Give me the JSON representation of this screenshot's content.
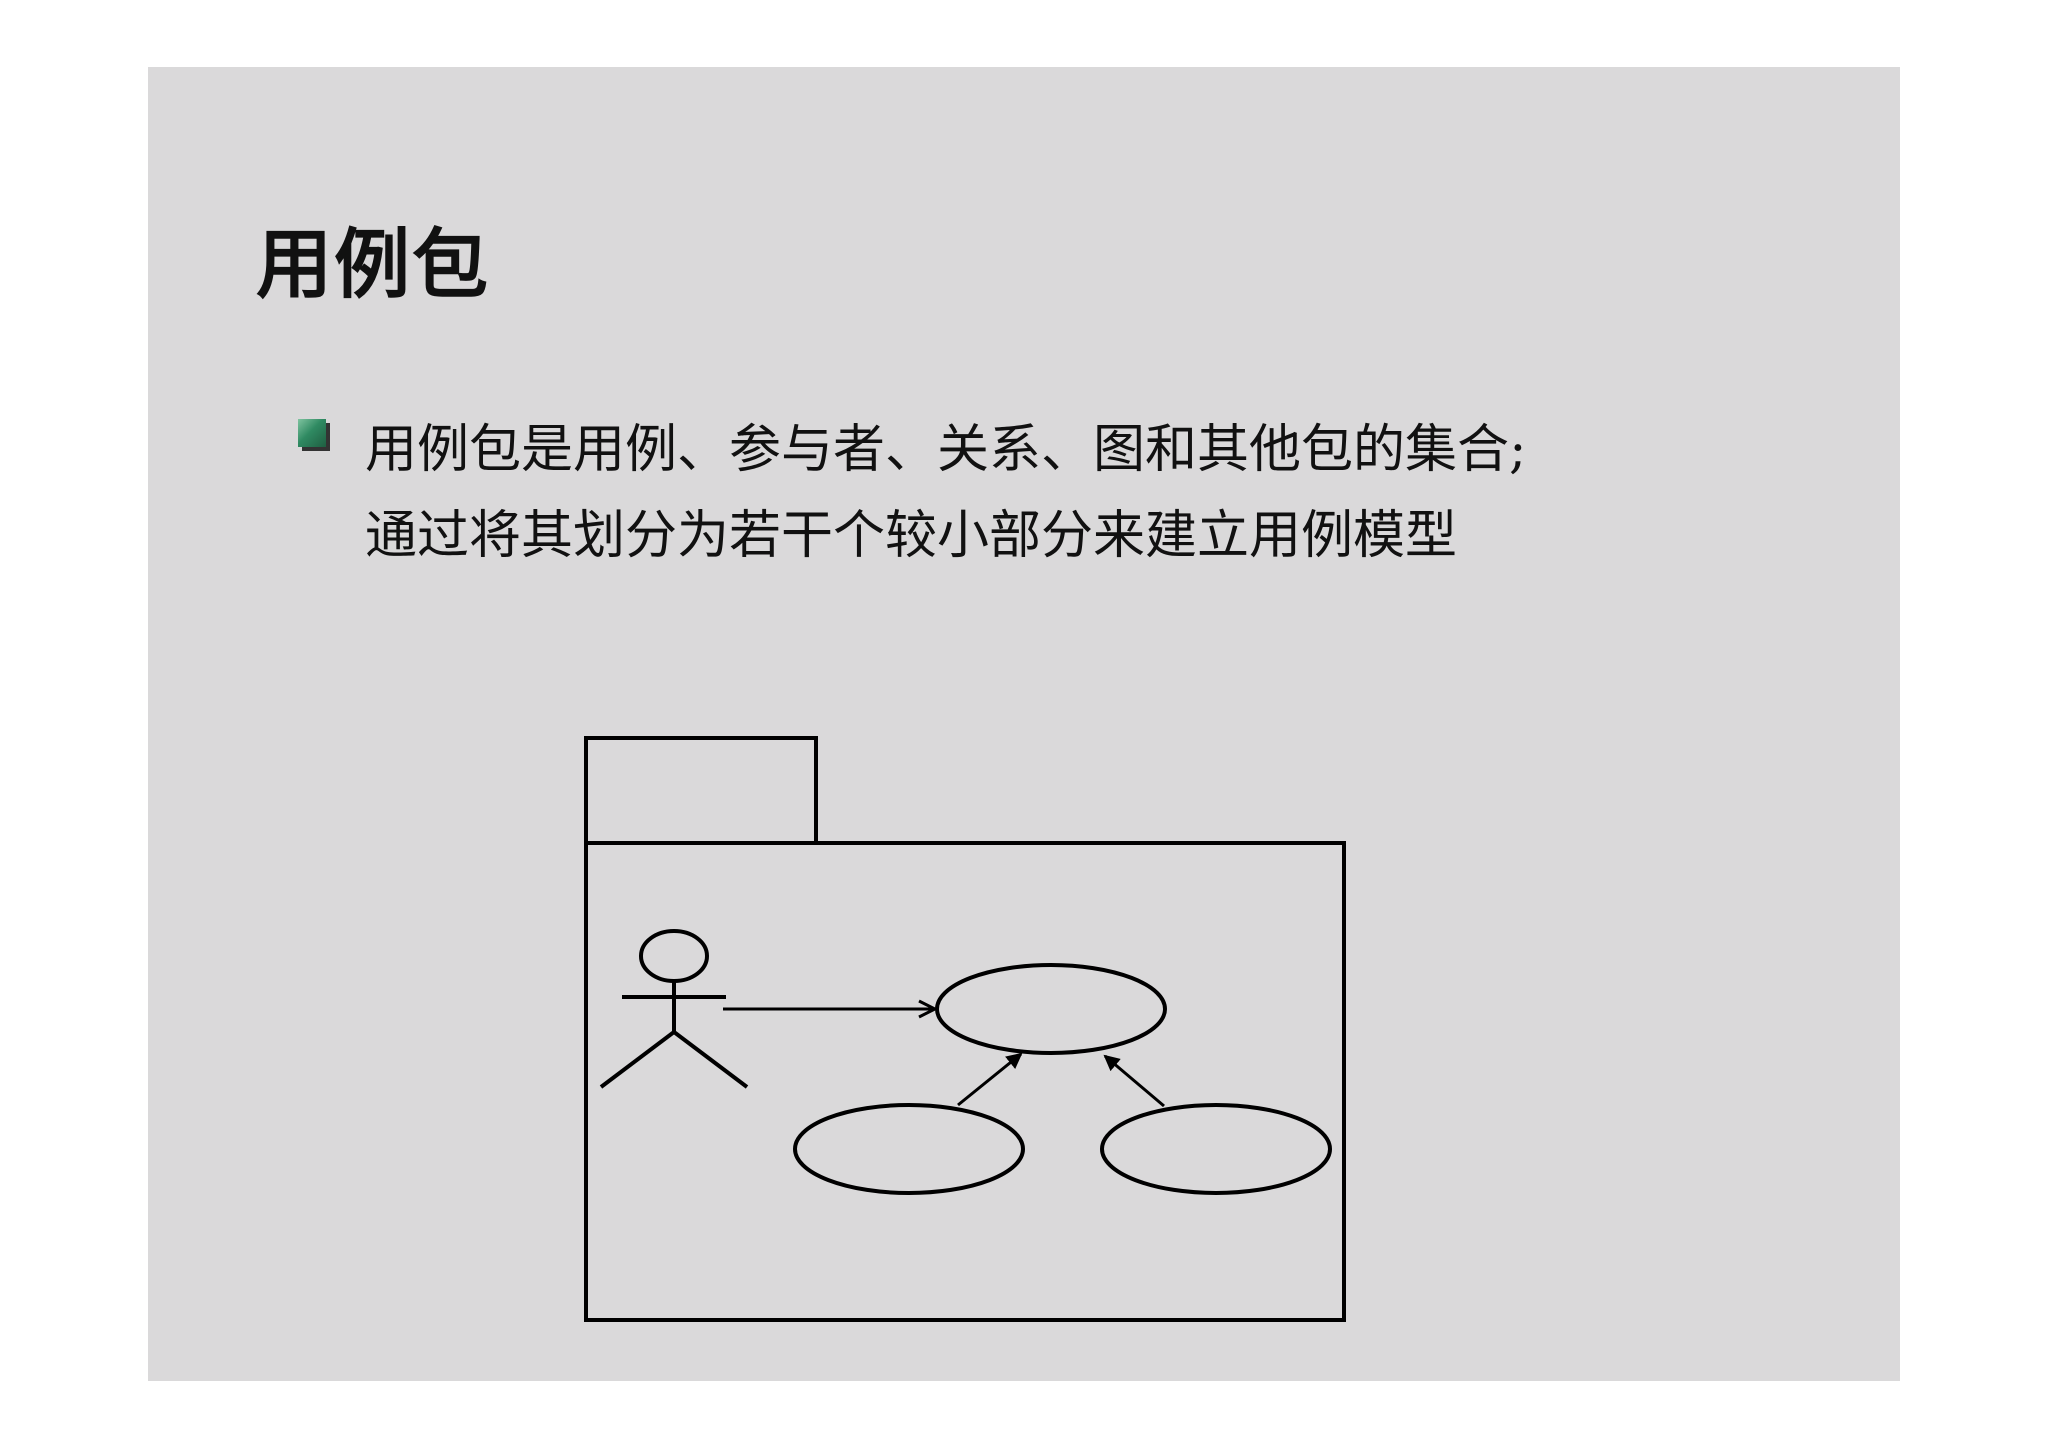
{
  "slide": {
    "title": "用例包",
    "bullet": {
      "lines": [
        "用例包是用例、参与者、关系、图和其他包的集合;",
        "通过将其划分为若干个较小部分来建立用例模型"
      ]
    }
  },
  "diagram": {
    "package": {
      "tab_label": "",
      "name": ""
    },
    "actor": {
      "name": ""
    },
    "use_cases": [
      {
        "name": ""
      },
      {
        "name": ""
      },
      {
        "name": ""
      }
    ],
    "relationships": [
      {
        "from": "actor",
        "to": "use_case_1",
        "kind": "association"
      },
      {
        "from": "use_case_2",
        "to": "use_case_1",
        "kind": "generalization"
      },
      {
        "from": "use_case_3",
        "to": "use_case_1",
        "kind": "generalization"
      }
    ]
  }
}
